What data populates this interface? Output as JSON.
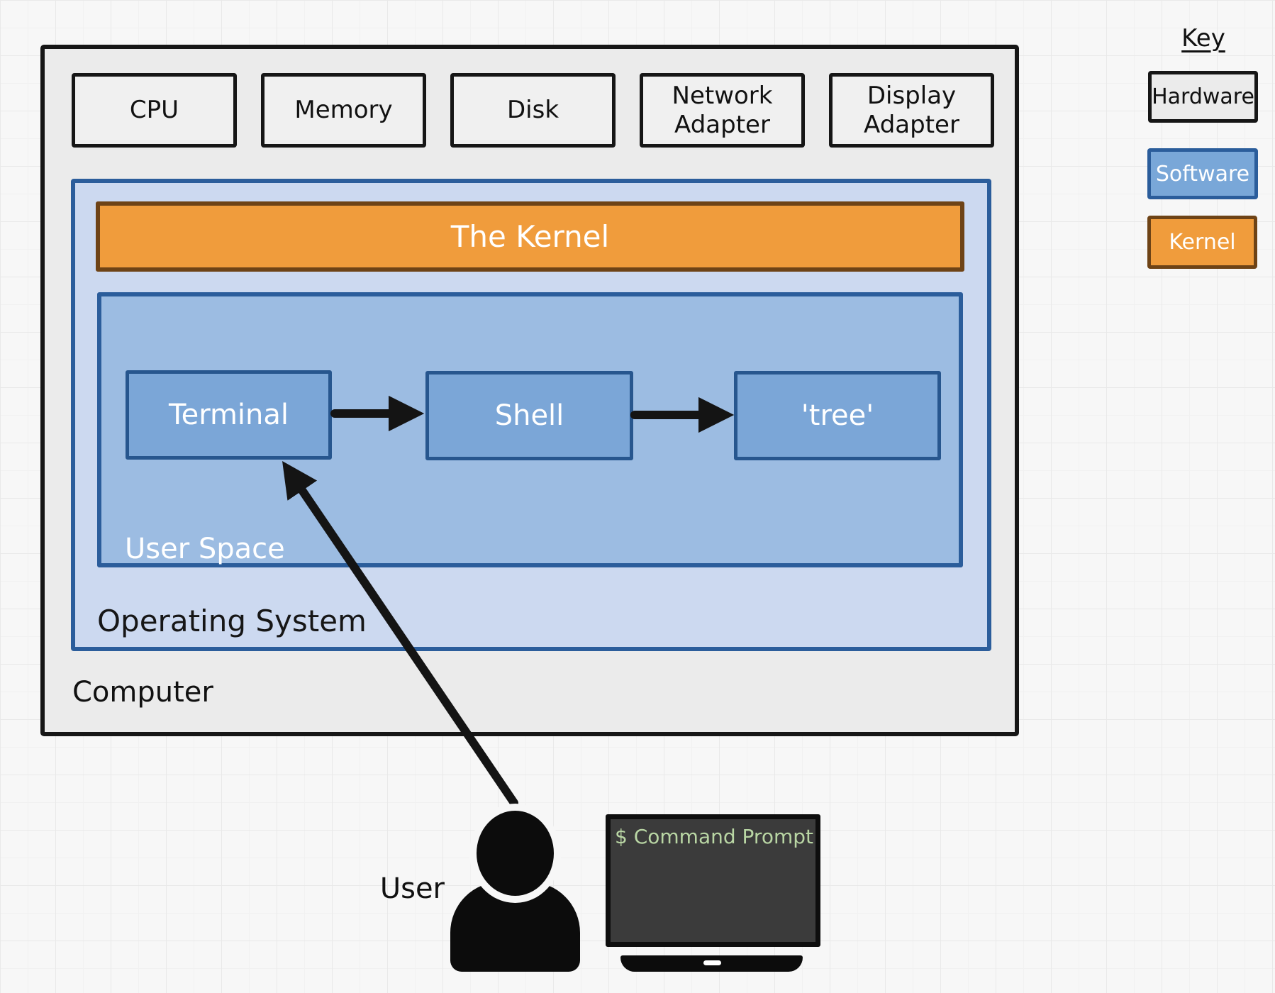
{
  "computer": {
    "label": "Computer",
    "hardware_boxes": [
      "CPU",
      "Memory",
      "Disk",
      "Network Adapter",
      "Display Adapter"
    ],
    "os": {
      "label": "Operating System",
      "kernel_label": "The Kernel",
      "user_space": {
        "label": "User Space",
        "processes": [
          "Terminal",
          "Shell",
          "'tree'"
        ]
      }
    }
  },
  "key": {
    "title": "Key",
    "items": [
      {
        "label": "Hardware"
      },
      {
        "label": "Software"
      },
      {
        "label": "Kernel"
      }
    ]
  },
  "user": {
    "label": "User"
  },
  "monitor": {
    "screen_text": "$ Command Prompt"
  },
  "colors": {
    "hardware_fill": "#ebebeb",
    "hardware_border": "#161616",
    "software_fill": "#7ba6d7",
    "software_border": "#2b5d9b",
    "os_fill": "#ccd9f0",
    "user_space_fill": "#9cbce2",
    "kernel_fill": "#f09c3c",
    "kernel_border": "#6e4316",
    "arrow": "#141414",
    "screen_fill": "#3b3b3b",
    "screen_text": "#b9d6a4"
  }
}
